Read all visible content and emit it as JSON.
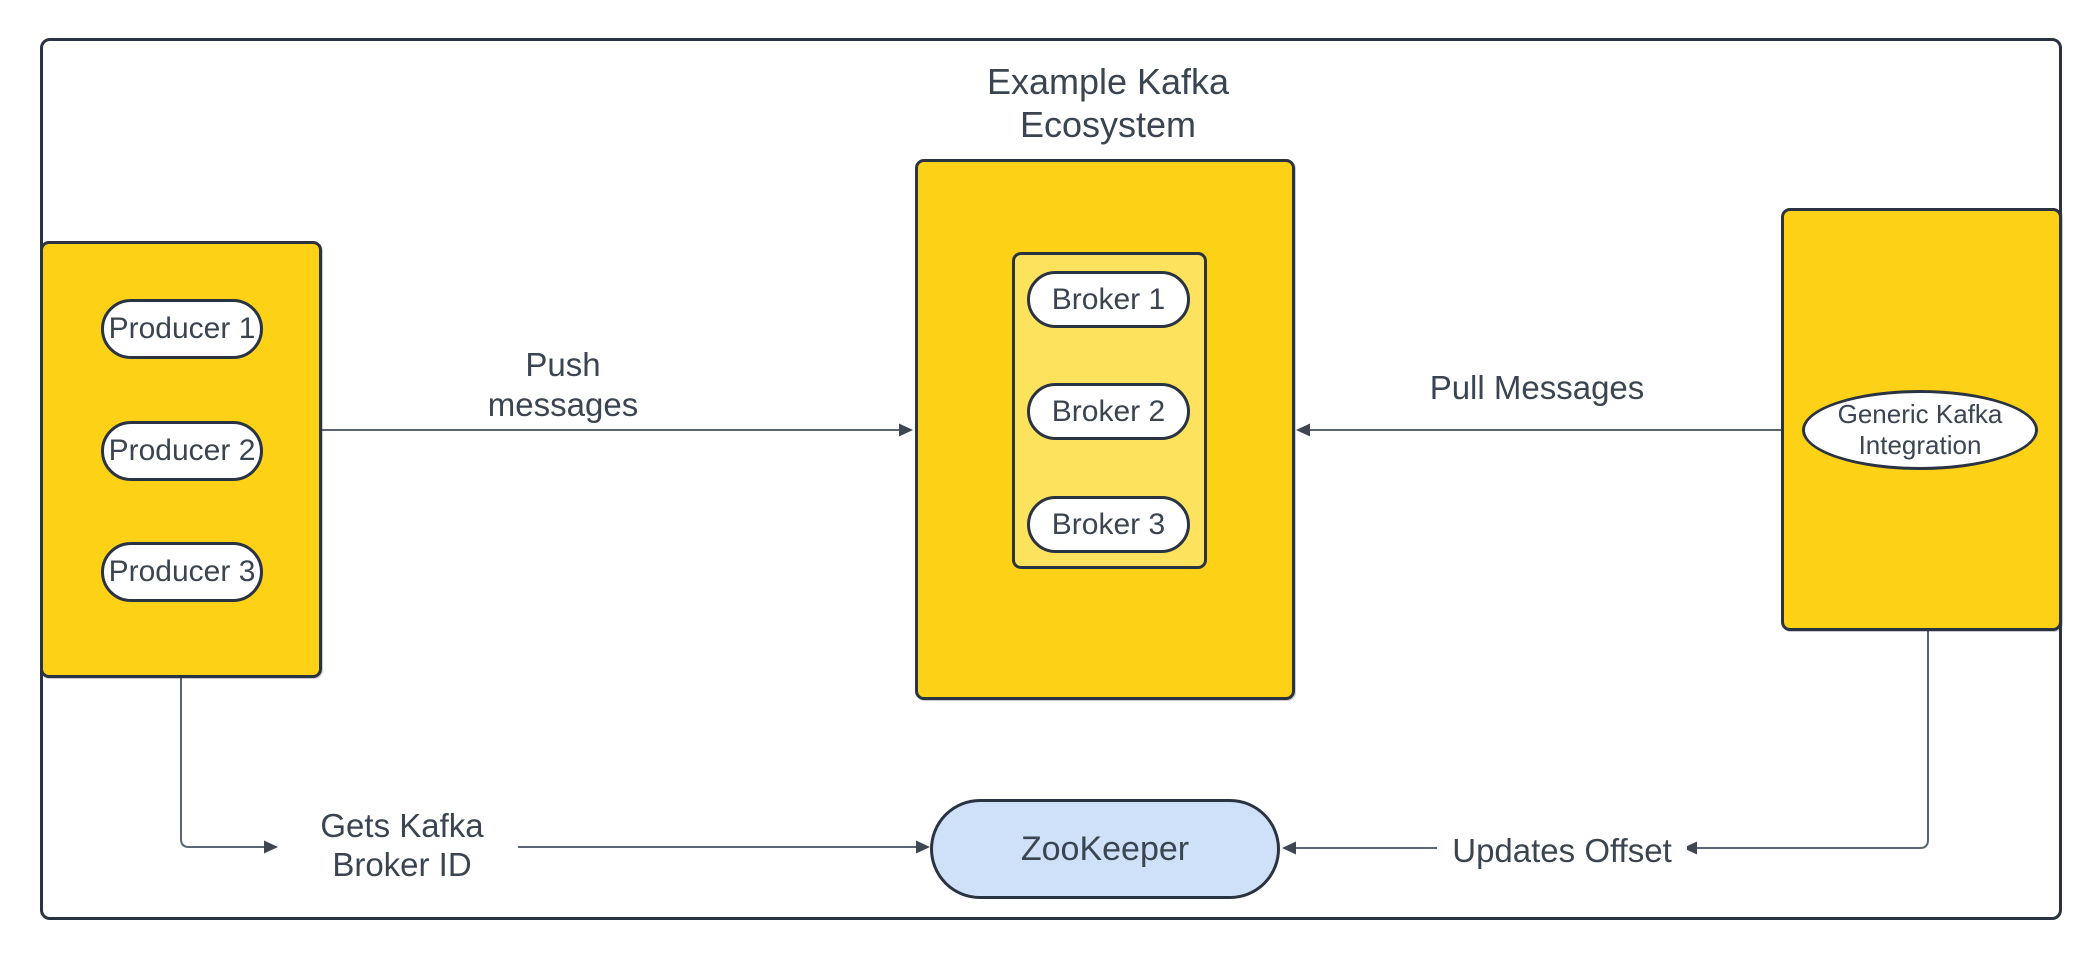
{
  "title": "Example Kafka Ecosystem",
  "producers_group": {
    "items": [
      "Producer 1",
      "Producer 2",
      "Producer 3"
    ]
  },
  "ecosystem_group": {
    "brokers": [
      "Broker 1",
      "Broker 2",
      "Broker 3"
    ]
  },
  "integration_group": {
    "label": "Generic Kafka Integration"
  },
  "zookeeper": {
    "label": "ZooKeeper"
  },
  "edges": {
    "push_label": "Push messages",
    "pull_label": "Pull Messages",
    "gets_broker_id_label": "Gets Kafka Broker ID",
    "updates_offset_label": "Updates Offset"
  },
  "colors": {
    "group_fill": "#fcd116",
    "broker_group_fill": "#fce25d",
    "node_fill": "#ffffff",
    "zookeeper_fill": "#cee1f8",
    "border": "#2a3342",
    "text": "#3b4552",
    "connector": "#5b6472"
  }
}
